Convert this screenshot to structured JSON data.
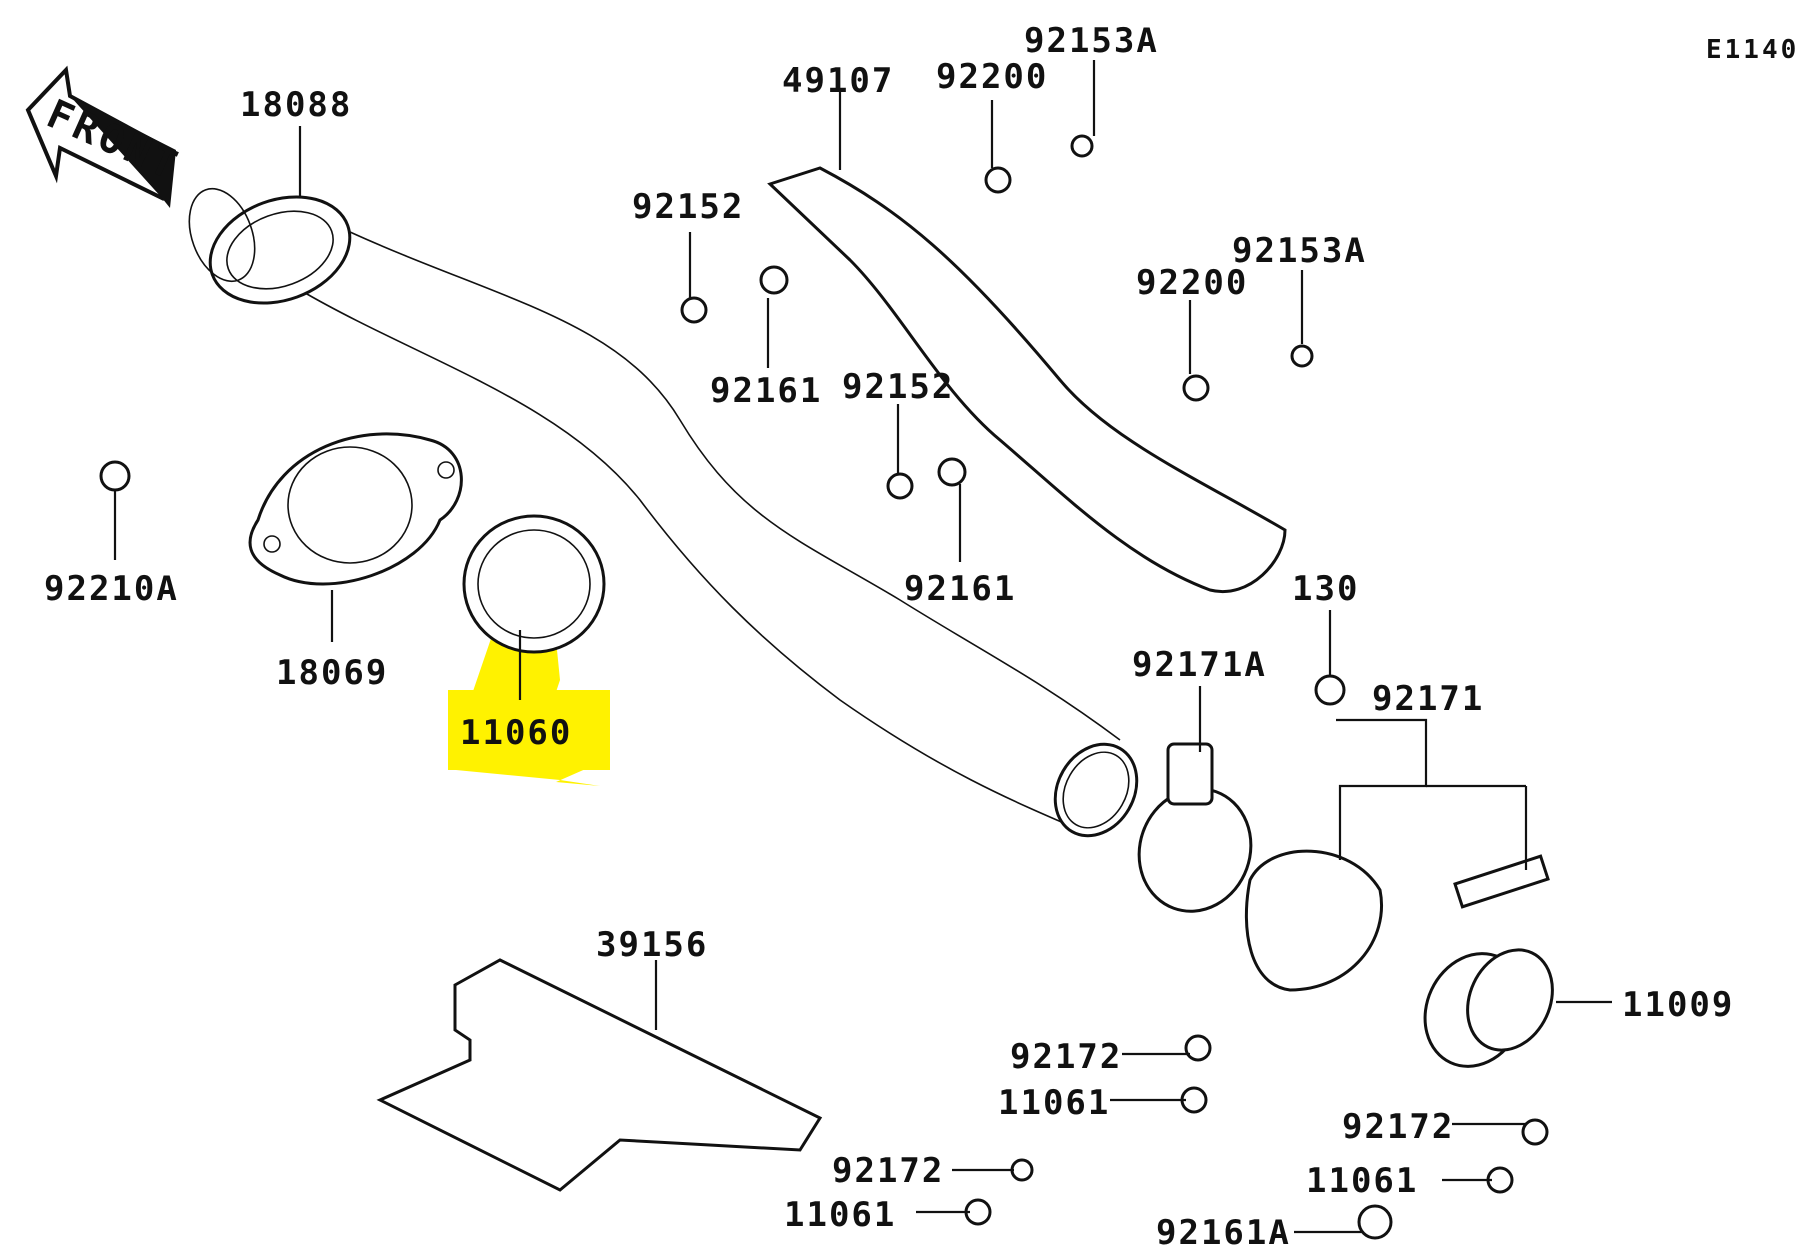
{
  "diagram_code": "E1140",
  "front_arrow_label": "FRONT",
  "highlight_color": "#FFF200",
  "parts": [
    {
      "id": "p-18088",
      "label": "18088"
    },
    {
      "id": "p-49107",
      "label": "49107"
    },
    {
      "id": "p-92200-a",
      "label": "92200"
    },
    {
      "id": "p-92153a-a",
      "label": "92153A"
    },
    {
      "id": "p-92152-a",
      "label": "92152"
    },
    {
      "id": "p-92153a-b",
      "label": "92153A"
    },
    {
      "id": "p-92200-b",
      "label": "92200"
    },
    {
      "id": "p-92161-a",
      "label": "92161"
    },
    {
      "id": "p-92152-b",
      "label": "92152"
    },
    {
      "id": "p-92210a",
      "label": "92210A"
    },
    {
      "id": "p-18069",
      "label": "18069"
    },
    {
      "id": "p-11060",
      "label": "11060",
      "highlighted": true
    },
    {
      "id": "p-92161-b",
      "label": "92161"
    },
    {
      "id": "p-130",
      "label": "130"
    },
    {
      "id": "p-92171a",
      "label": "92171A"
    },
    {
      "id": "p-92171",
      "label": "92171"
    },
    {
      "id": "p-39156",
      "label": "39156"
    },
    {
      "id": "p-11009",
      "label": "11009"
    },
    {
      "id": "p-92172-a",
      "label": "92172"
    },
    {
      "id": "p-11061-a",
      "label": "11061"
    },
    {
      "id": "p-92172-b",
      "label": "92172"
    },
    {
      "id": "p-92172-c",
      "label": "92172"
    },
    {
      "id": "p-11061-b",
      "label": "11061"
    },
    {
      "id": "p-11061-c",
      "label": "11061"
    },
    {
      "id": "p-92161a",
      "label": "92161A"
    }
  ]
}
